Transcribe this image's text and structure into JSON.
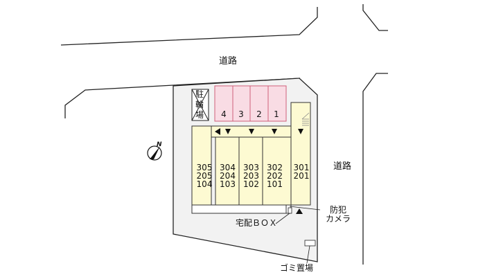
{
  "roads": {
    "top_label": "道路",
    "right_label": "道路"
  },
  "compass": {
    "label": "N",
    "icon": "north-arrow-icon"
  },
  "bike_parking": {
    "label": "駐輪場"
  },
  "parking": {
    "spaces": [
      "4",
      "3",
      "2",
      "1"
    ],
    "color": "#f9dce4",
    "border": "#d0607a"
  },
  "building": {
    "color": "#fdfad2",
    "units": [
      {
        "lines": [
          "305",
          "205",
          "104"
        ]
      },
      {
        "lines": [
          "304",
          "204",
          "103"
        ]
      },
      {
        "lines": [
          "303",
          "203",
          "102"
        ]
      },
      {
        "lines": [
          "302",
          "202",
          "101"
        ]
      },
      {
        "lines": [
          "301",
          "201"
        ]
      }
    ]
  },
  "facilities": {
    "delivery_box": "宅配ＢＯＸ",
    "camera_line1": "防犯",
    "camera_line2": "カメラ",
    "garbage": "ゴミ置場"
  },
  "site_color": "#f2f2f2"
}
